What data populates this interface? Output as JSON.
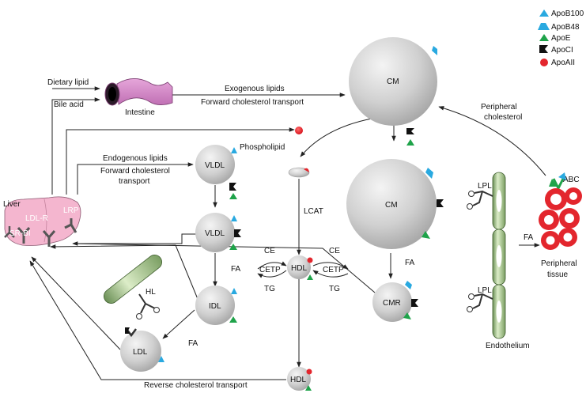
{
  "legend": [
    {
      "label": "ApoB100",
      "color": "#29a9e0",
      "icon": "triangle-icon"
    },
    {
      "label": "ApoB48",
      "color": "#29a9e0",
      "icon": "trapezoid-icon"
    },
    {
      "label": "ApoE",
      "color": "#1fa34a",
      "icon": "triangle-icon"
    },
    {
      "label": "ApoCI",
      "color": "#111111",
      "icon": "notch-icon"
    },
    {
      "label": "ApoAII",
      "color": "#e3262d",
      "icon": "circle-icon"
    }
  ],
  "organs": {
    "liver": "Liver",
    "ldl_r": "LDL-R",
    "lrp": "LRP",
    "sr_bi": "SR-BI",
    "intestine": "Intestine",
    "endothelium": "Endothelium",
    "peripheral_tissue": "Peripheral\ntissue",
    "abc": "ABC"
  },
  "particles": {
    "cm_1": "CM",
    "cm_2": "CM",
    "cmr": "CMR",
    "vldl_1": "VLDL",
    "vldl_2": "VLDL",
    "idl": "IDL",
    "ldl": "LDL",
    "hdl_1": "HDL",
    "hdl_2": "HDL"
  },
  "labels": {
    "dietary_lipid": "Dietary lipid",
    "bile_acid": "Bile acid",
    "exogenous_lipids": "Exogenous lipids",
    "forward_transport_1": "Forward cholesterol transport",
    "peripheral_cholesterol": "Peripheral\ncholesterol",
    "phospholipid": "Phospholipid",
    "endogenous_lipids": "Endogenous lipids",
    "forward_transport_2": "Forward cholesterol\ntransport",
    "lcat": "LCAT",
    "ce_left": "CE",
    "cetp_left": "CETP",
    "tg_left": "TG",
    "ce_right": "CE",
    "cetp_right": "CETP",
    "tg_right": "TG",
    "fa_vldl": "FA",
    "fa_idl": "FA",
    "fa_cm": "FA",
    "fa_tissue": "FA",
    "hl": "HL",
    "lpl_top": "LPL",
    "lpl_bottom": "LPL",
    "reverse_transport": "Reverse cholesterol transport"
  }
}
